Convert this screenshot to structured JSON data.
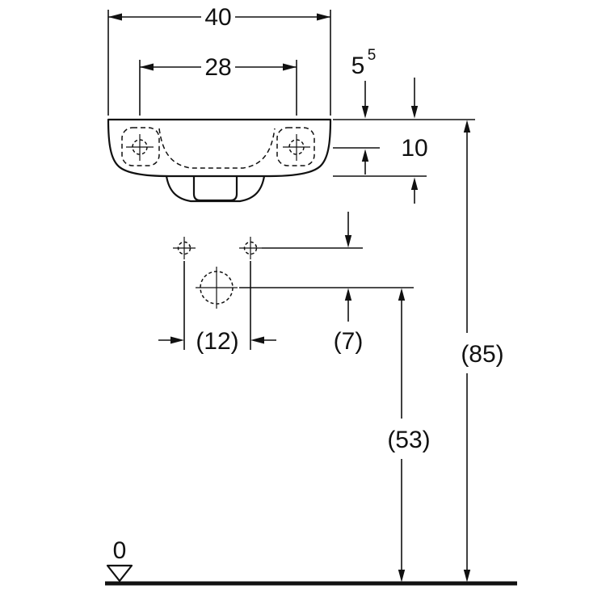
{
  "meta": {
    "type": "technical-dimension-drawing",
    "subject": "wall-hung washbasin, front elevation with fixing and outlet positions",
    "unit_system": "cm"
  },
  "colors": {
    "ink": "#111111",
    "background": "#ffffff"
  },
  "labels": {
    "overall_width": "40",
    "tap_hole_spacing": "28",
    "rim_to_tap_hole": "5",
    "rim_to_tap_hole_sup": "5",
    "apron_height": "10",
    "fixing_hole_spacing": "(12)",
    "fixing_to_outlet": "(7)",
    "outlet_height": "(53)",
    "rim_height": "(85)",
    "floor_level": "0"
  }
}
